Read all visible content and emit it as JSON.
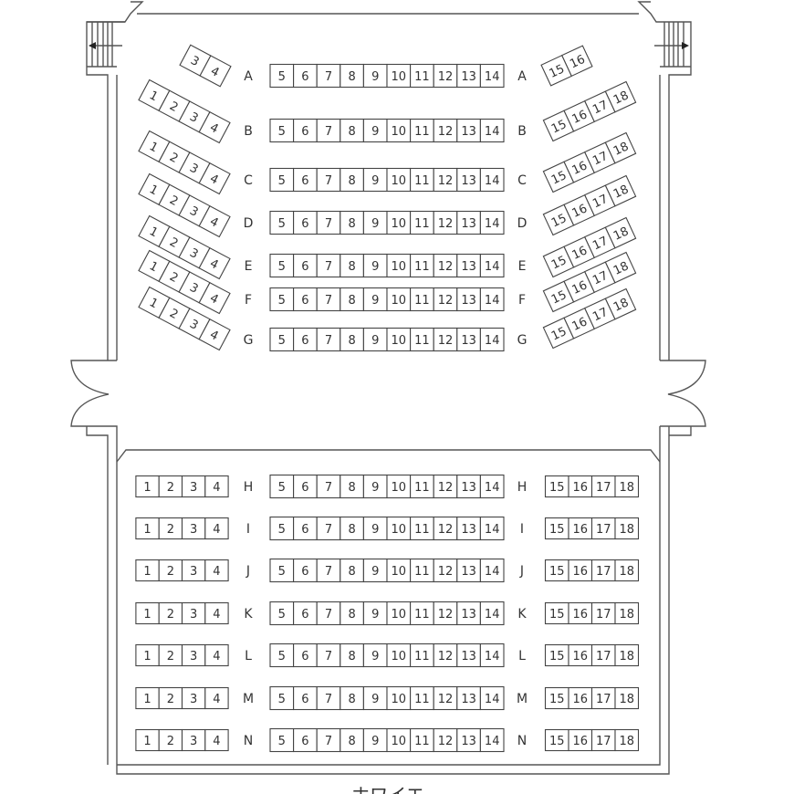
{
  "upper_rows": [
    {
      "row": "A",
      "left": [
        "3",
        "4"
      ],
      "center": [
        "5",
        "6",
        "7",
        "8",
        "9",
        "10",
        "11",
        "12",
        "13",
        "14"
      ],
      "right": [
        "15",
        "16"
      ]
    },
    {
      "row": "B",
      "left": [
        "1",
        "2",
        "3",
        "4"
      ],
      "center": [
        "5",
        "6",
        "7",
        "8",
        "9",
        "10",
        "11",
        "12",
        "13",
        "14"
      ],
      "right": [
        "15",
        "16",
        "17",
        "18"
      ]
    },
    {
      "row": "C",
      "left": [
        "1",
        "2",
        "3",
        "4"
      ],
      "center": [
        "5",
        "6",
        "7",
        "8",
        "9",
        "10",
        "11",
        "12",
        "13",
        "14"
      ],
      "right": [
        "15",
        "16",
        "17",
        "18"
      ]
    },
    {
      "row": "D",
      "left": [
        "1",
        "2",
        "3",
        "4"
      ],
      "center": [
        "5",
        "6",
        "7",
        "8",
        "9",
        "10",
        "11",
        "12",
        "13",
        "14"
      ],
      "right": [
        "15",
        "16",
        "17",
        "18"
      ]
    },
    {
      "row": "E",
      "left": [
        "1",
        "2",
        "3",
        "4"
      ],
      "center": [
        "5",
        "6",
        "7",
        "8",
        "9",
        "10",
        "11",
        "12",
        "13",
        "14"
      ],
      "right": [
        "15",
        "16",
        "17",
        "18"
      ]
    },
    {
      "row": "F",
      "left": [
        "1",
        "2",
        "3",
        "4"
      ],
      "center": [
        "5",
        "6",
        "7",
        "8",
        "9",
        "10",
        "11",
        "12",
        "13",
        "14"
      ],
      "right": [
        "15",
        "16",
        "17",
        "18"
      ]
    },
    {
      "row": "G",
      "left": [
        "1",
        "2",
        "3",
        "4"
      ],
      "center": [
        "5",
        "6",
        "7",
        "8",
        "9",
        "10",
        "11",
        "12",
        "13",
        "14"
      ],
      "right": [
        "15",
        "16",
        "17",
        "18"
      ]
    }
  ],
  "lower_rows": [
    {
      "row": "H",
      "left": [
        "1",
        "2",
        "3",
        "4"
      ],
      "center": [
        "5",
        "6",
        "7",
        "8",
        "9",
        "10",
        "11",
        "12",
        "13",
        "14"
      ],
      "right": [
        "15",
        "16",
        "17",
        "18"
      ]
    },
    {
      "row": "I",
      "left": [
        "1",
        "2",
        "3",
        "4"
      ],
      "center": [
        "5",
        "6",
        "7",
        "8",
        "9",
        "10",
        "11",
        "12",
        "13",
        "14"
      ],
      "right": [
        "15",
        "16",
        "17",
        "18"
      ]
    },
    {
      "row": "J",
      "left": [
        "1",
        "2",
        "3",
        "4"
      ],
      "center": [
        "5",
        "6",
        "7",
        "8",
        "9",
        "10",
        "11",
        "12",
        "13",
        "14"
      ],
      "right": [
        "15",
        "16",
        "17",
        "18"
      ]
    },
    {
      "row": "K",
      "left": [
        "1",
        "2",
        "3",
        "4"
      ],
      "center": [
        "5",
        "6",
        "7",
        "8",
        "9",
        "10",
        "11",
        "12",
        "13",
        "14"
      ],
      "right": [
        "15",
        "16",
        "17",
        "18"
      ]
    },
    {
      "row": "L",
      "left": [
        "1",
        "2",
        "3",
        "4"
      ],
      "center": [
        "5",
        "6",
        "7",
        "8",
        "9",
        "10",
        "11",
        "12",
        "13",
        "14"
      ],
      "right": [
        "15",
        "16",
        "17",
        "18"
      ]
    },
    {
      "row": "M",
      "left": [
        "1",
        "2",
        "3",
        "4"
      ],
      "center": [
        "5",
        "6",
        "7",
        "8",
        "9",
        "10",
        "11",
        "12",
        "13",
        "14"
      ],
      "right": [
        "15",
        "16",
        "17",
        "18"
      ]
    },
    {
      "row": "N",
      "left": [
        "1",
        "2",
        "3",
        "4"
      ],
      "center": [
        "5",
        "6",
        "7",
        "8",
        "9",
        "10",
        "11",
        "12",
        "13",
        "14"
      ],
      "right": [
        "15",
        "16",
        "17",
        "18"
      ]
    }
  ],
  "foyer_label": "ホワイエ",
  "icons": {
    "left_stair_exit": "arrow-left-icon",
    "right_stair_exit": "arrow-right-icon"
  }
}
